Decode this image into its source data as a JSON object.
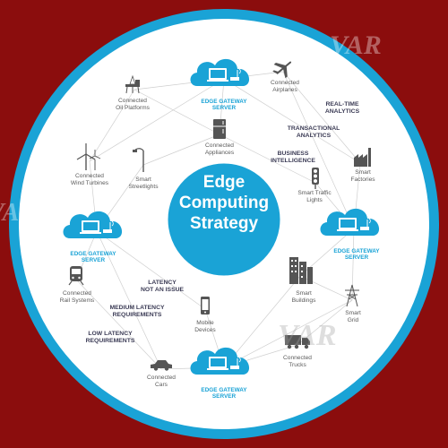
{
  "colors": {
    "background": "#8b0d0d",
    "ring": "#1aa3d6",
    "center": "#1aa3d6",
    "cloud": "#1aa3d6",
    "icon": "#555555"
  },
  "center": {
    "line1": "Edge",
    "line2": "Computing",
    "line3": "Strategy"
  },
  "servers": {
    "top": "EDGE GATEWAY\nSERVER",
    "left": "EDGE GATEWAY\nSERVER",
    "right": "EDGE GATEWAY\nSERVER",
    "bottom": "EDGE GATEWAY\nSERVER"
  },
  "devices": {
    "oil_platforms": "Connected\nOil Platforms",
    "airplanes": "Connected\nAirplanes",
    "appliances": "Connected\nAppliances",
    "wind_turbines": "Connected\nWind Turbines",
    "streetlights": "Smart\nStreetlights",
    "traffic_lights": "Smart Traffic\nLights",
    "factories": "Smart\nFactories",
    "buildings": "Smart\nBuildings",
    "grid": "Smart\nGrid",
    "rail": "Connected\nRail Systems",
    "mobile": "Mobile\nDevices",
    "trucks": "Connected\nTrucks",
    "cars": "Connected\nCars"
  },
  "categories": {
    "realtime": "REAL-TIME\nANALYTICS",
    "transactional": "TRANSACTIONAL\nANALYTICS",
    "business": "BUSINESS\nINTELLIGENCE",
    "latency_none": "LATENCY\nNOT AN ISSUE",
    "medium": "MEDIUM LATENCY\nREQUIREMENTS",
    "low": "LOW LATENCY\nREQUIREMENTS"
  },
  "watermark": {
    "text": "VAR"
  },
  "icons": {
    "oil_platforms": "oil-platform-icon",
    "airplanes": "airplane-icon",
    "appliances": "refrigerator-icon",
    "wind_turbines": "wind-turbine-icon",
    "streetlights": "streetlight-icon",
    "traffic_lights": "traffic-light-icon",
    "factories": "factory-icon",
    "buildings": "building-icon",
    "grid": "power-tower-icon",
    "rail": "train-icon",
    "mobile": "mobile-phone-icon",
    "trucks": "truck-icon",
    "cars": "car-icon",
    "server": "cloud-laptop-icon"
  }
}
